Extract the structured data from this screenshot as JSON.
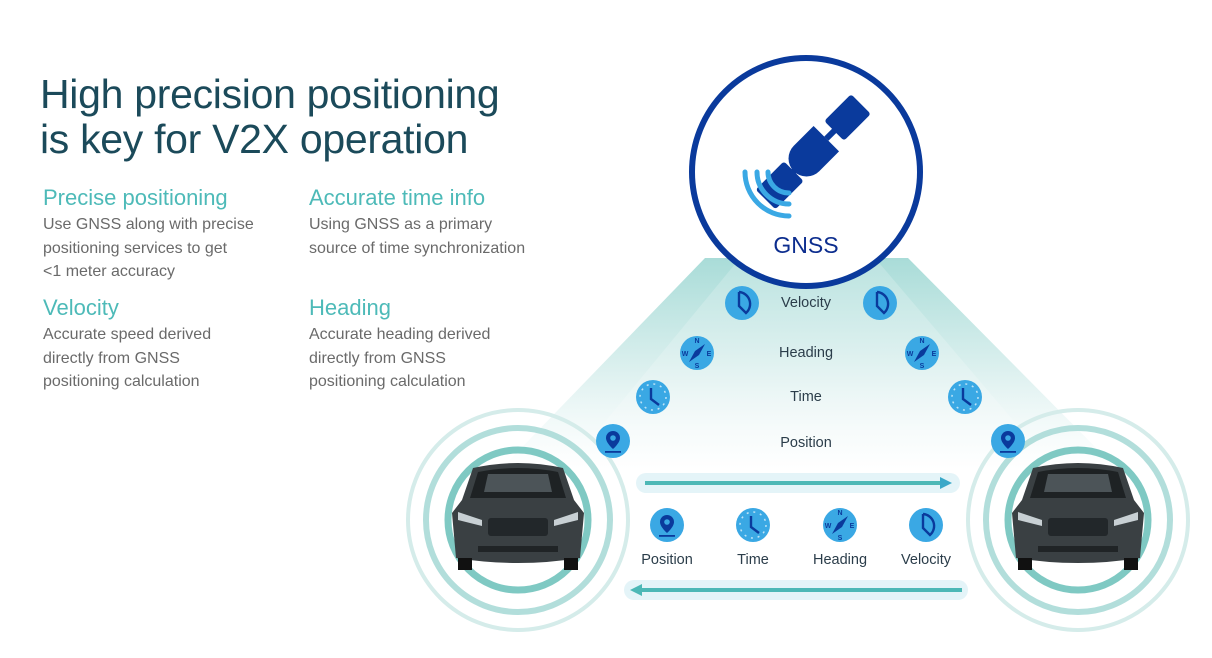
{
  "title": {
    "line1": "High precision positioning",
    "line2": "is key for V2X operation"
  },
  "features": [
    {
      "heading": "Precise positioning",
      "lines": [
        "Use GNSS along with precise",
        "positioning services to get",
        "<1 meter accuracy"
      ]
    },
    {
      "heading": "Accurate time info",
      "lines": [
        "Using GNSS as a primary",
        "source of time synchronization"
      ]
    },
    {
      "heading": "Velocity",
      "lines": [
        "Accurate speed derived",
        "directly from GNSS",
        "positioning calculation"
      ]
    },
    {
      "heading": "Heading",
      "lines": [
        "Accurate heading derived",
        "directly from GNSS",
        "positioning calculation"
      ]
    }
  ],
  "diagram": {
    "gnss_label": "GNSS",
    "beam_labels": [
      "Velocity",
      "Heading",
      "Time",
      "Position"
    ],
    "exchange_labels": [
      "Position",
      "Time",
      "Heading",
      "Velocity"
    ],
    "colors": {
      "navy": "#0a3a9c",
      "icon_bg": "#3aa8e4",
      "teal": "#4dbab8",
      "title": "#1b4a5a"
    }
  }
}
